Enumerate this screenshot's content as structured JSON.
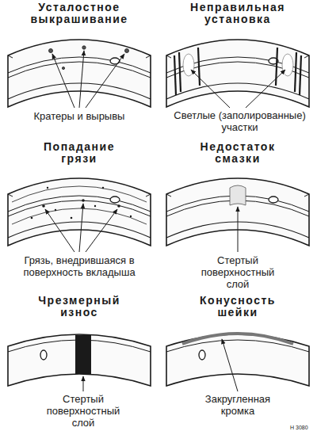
{
  "diagram": {
    "labels": [
      "Усталостное выкрашивание",
      "Неправильная установка",
      "Кратеры и вырывы",
      "Светлые (заполированные) участки",
      "Попадание грязи",
      "Недостаток смазки",
      "Грязь, внедрившаяся в поверхность вкладыша",
      "Стертый поверхностный слой",
      "Чрезмерный износ",
      "Конусность шейки",
      "Стертый поверхностный слой",
      "Закругленная кромка",
      "H 3080"
    ]
  }
}
